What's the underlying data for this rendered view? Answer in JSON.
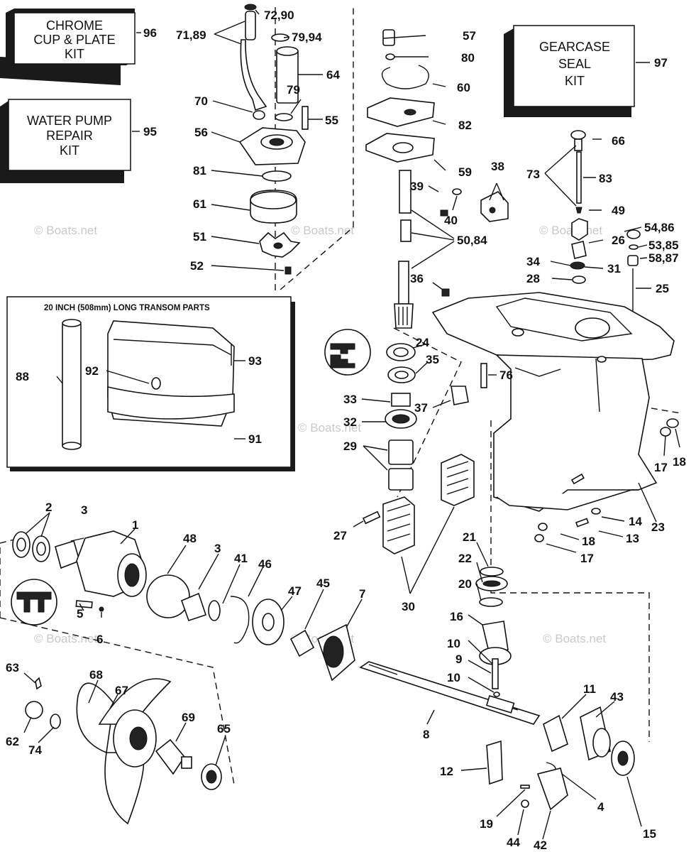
{
  "kits": [
    {
      "id": "kit-chrome-cup-plate",
      "lines": [
        "CHROME",
        "CUP & PLATE",
        "KIT"
      ],
      "number": "96"
    },
    {
      "id": "kit-water-pump",
      "lines": [
        "WATER PUMP",
        "REPAIR",
        "KIT"
      ],
      "number": "95"
    },
    {
      "id": "kit-gearcase-seal",
      "lines": [
        "GEARCASE",
        "SEAL",
        "KIT"
      ],
      "number": "97"
    }
  ],
  "inset": {
    "title": "20 INCH (508mm) LONG TRANSOM PARTS"
  },
  "watermark": "© Boats.net",
  "callouts": [
    "72,90",
    "71,89",
    "79,94",
    "57",
    "80",
    "64",
    "60",
    "70",
    "79",
    "55",
    "82",
    "56",
    "59",
    "38",
    "66",
    "73",
    "83",
    "81",
    "39",
    "40",
    "49",
    "61",
    "50,84",
    "54,86",
    "26",
    "53,85",
    "51",
    "58,87",
    "34",
    "31",
    "52",
    "28",
    "25",
    "36",
    "24",
    "35",
    "76",
    "33",
    "37",
    "32",
    "29",
    "17",
    "18",
    "88",
    "92",
    "93",
    "91",
    "2",
    "3",
    "1",
    "48",
    "3",
    "41",
    "46",
    "47",
    "45",
    "7",
    "27",
    "30",
    "21",
    "22",
    "20",
    "14",
    "18",
    "13",
    "17",
    "23",
    "5",
    "6",
    "16",
    "10",
    "9",
    "10",
    "63",
    "68",
    "67",
    "69",
    "65",
    "11",
    "43",
    "62",
    "74",
    "8",
    "12",
    "4",
    "19",
    "15",
    "44",
    "42"
  ]
}
